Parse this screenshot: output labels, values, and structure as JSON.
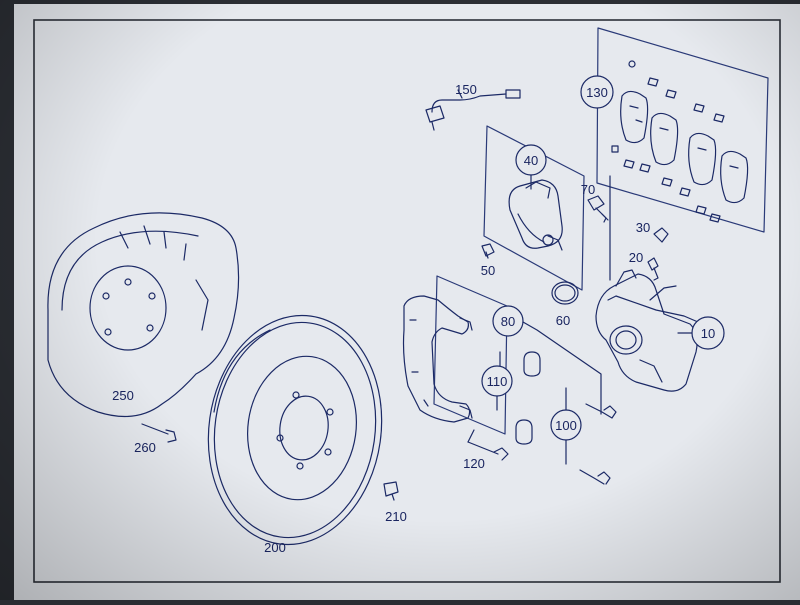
{
  "diagram": {
    "part_numbers": {
      "p10": "10",
      "p20": "20",
      "p30": "30",
      "p40": "40",
      "p50": "50",
      "p60": "60",
      "p70": "70",
      "p80": "80",
      "p100": "100",
      "p110": "110",
      "p120": "120",
      "p130": "130",
      "p150": "150",
      "p200": "200",
      "p210": "210",
      "p250": "250",
      "p260": "260"
    }
  },
  "colors": {
    "paper": "#e9ecef",
    "ink": "#1c2a66",
    "frame": "#3a3d44"
  }
}
